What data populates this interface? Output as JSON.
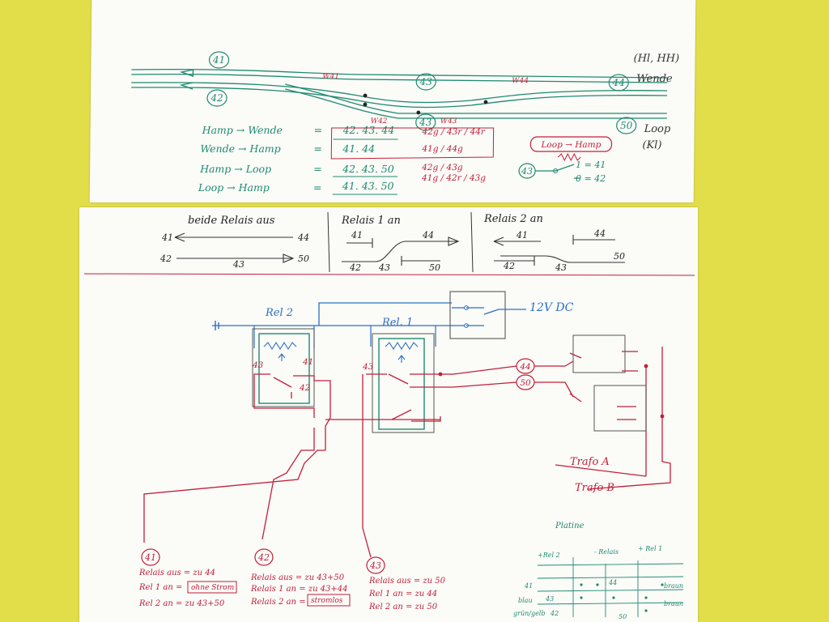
{
  "track_diagram": {
    "label_41": "41",
    "label_42": "42",
    "label_43_top": "43",
    "label_44": "44",
    "label_43_bottom": "43",
    "label_50": "50",
    "label_w41": "W41",
    "label_w44": "W44",
    "label_w42": "W42",
    "label_w43": "W43",
    "note_hl": "(Hl, HH)",
    "note_wende": "Wende",
    "note_loop": "Loop",
    "note_kl": "(Kl)"
  },
  "route_table": {
    "rows": [
      {
        "route": "Hamp → Wende",
        "eq": "=",
        "tracks": "42. 43. 44",
        "switches": "42g / 43r / 44r"
      },
      {
        "route": "Wende → Hamp",
        "eq": "=",
        "tracks": "41. 44",
        "switches": "41g / 44g"
      },
      {
        "route": "Hamp → Loop",
        "eq": "=",
        "tracks": "42. 43. 50",
        "switches": "42g / 43g"
      },
      {
        "route": "Loop → Hamp",
        "eq": "=",
        "tracks": "41. 43. 50",
        "switches": "41g / 42r / 43g"
      }
    ],
    "loop_box": "Loop → Hamp",
    "switch_43": "43",
    "switch_opt1": "1 = 41",
    "switch_opt0": "0 = 42"
  },
  "relay_states": {
    "panel1_title": "beide Relais aus",
    "panel1_41": "41",
    "panel1_44": "44",
    "panel1_42": "42",
    "panel1_43": "43",
    "panel1_50": "50",
    "panel2_title": "Relais 1 an",
    "panel2_41": "41",
    "panel2_44": "44",
    "panel2_42": "42",
    "panel2_43": "43",
    "panel2_50": "50",
    "panel3_title": "Relais 2 an",
    "panel3_41": "41",
    "panel3_44": "44",
    "panel3_42": "42",
    "panel3_43": "43",
    "panel3_50": "50"
  },
  "circuit": {
    "rel2_label": "Rel 2",
    "rel1_label": "Rel. 1",
    "dc_label": "12V DC",
    "rel2_43": "43",
    "rel2_41": "41",
    "rel2_42": "42",
    "rel1_43": "43",
    "node_44": "44",
    "node_50": "50",
    "trafo_a": "Trafo A",
    "trafo_b": "Trafo B",
    "node_41": "41",
    "node_42": "42",
    "node_43": "43",
    "notes_41": [
      "Relais aus = zu 44",
      "Rel 1 an =",
      "Rel 2 an = zu 43+50"
    ],
    "notes_41_box": "ohne Strom",
    "notes_42": [
      "Relais aus = zu 43+50",
      "Relais 1 an = zu 43+44",
      "Relais 2 an ="
    ],
    "notes_42_box": "stromlos",
    "notes_43": [
      "Relais aus = zu 50",
      "Rel 1 an = zu 44",
      "Rel 2 an = zu 50"
    ]
  },
  "platine": {
    "title": "Platine",
    "col_rel2": "+Rel 2",
    "col_relais": "- Relais",
    "col_rel1": "+ Rel 1",
    "row_41": "41",
    "row_43": "43",
    "row_42": "42",
    "row_44": "44",
    "row_50": "50",
    "left_a": "blau",
    "left_b": "grün/gelb",
    "right_a": "braun",
    "right_b": "braun"
  }
}
